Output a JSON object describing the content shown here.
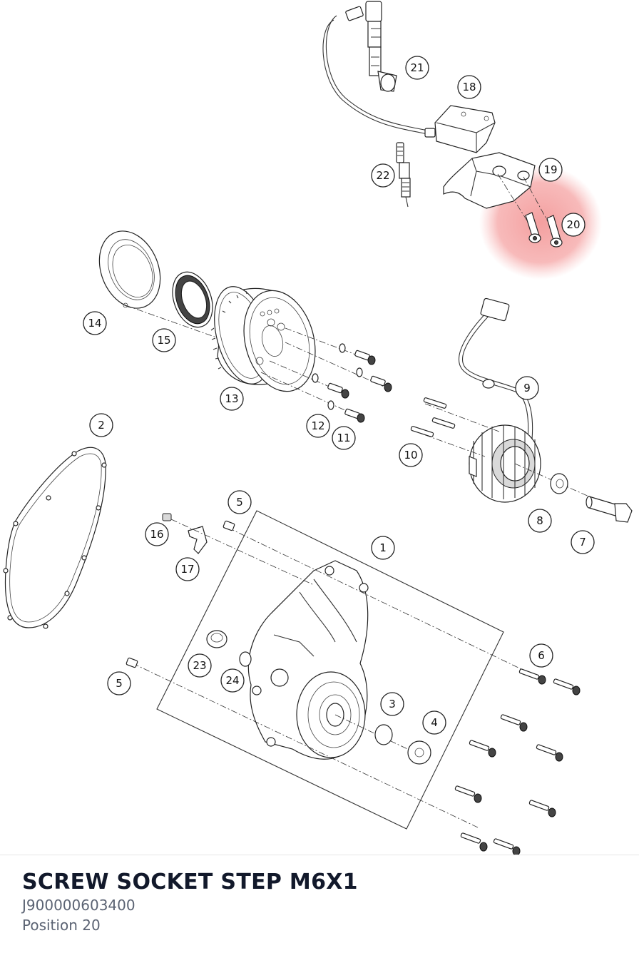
{
  "part": {
    "title": "SCREW SOCKET STEP M6X1",
    "number": "J900000603400",
    "position": "Position 20"
  },
  "highlight": {
    "callout": "20",
    "color": "#f39a9a"
  },
  "callouts": [
    "1",
    "2",
    "3",
    "4",
    "5",
    "5",
    "6",
    "7",
    "8",
    "9",
    "10",
    "11",
    "12",
    "13",
    "14",
    "15",
    "16",
    "17",
    "18",
    "19",
    "20",
    "21",
    "22",
    "23",
    "24"
  ]
}
